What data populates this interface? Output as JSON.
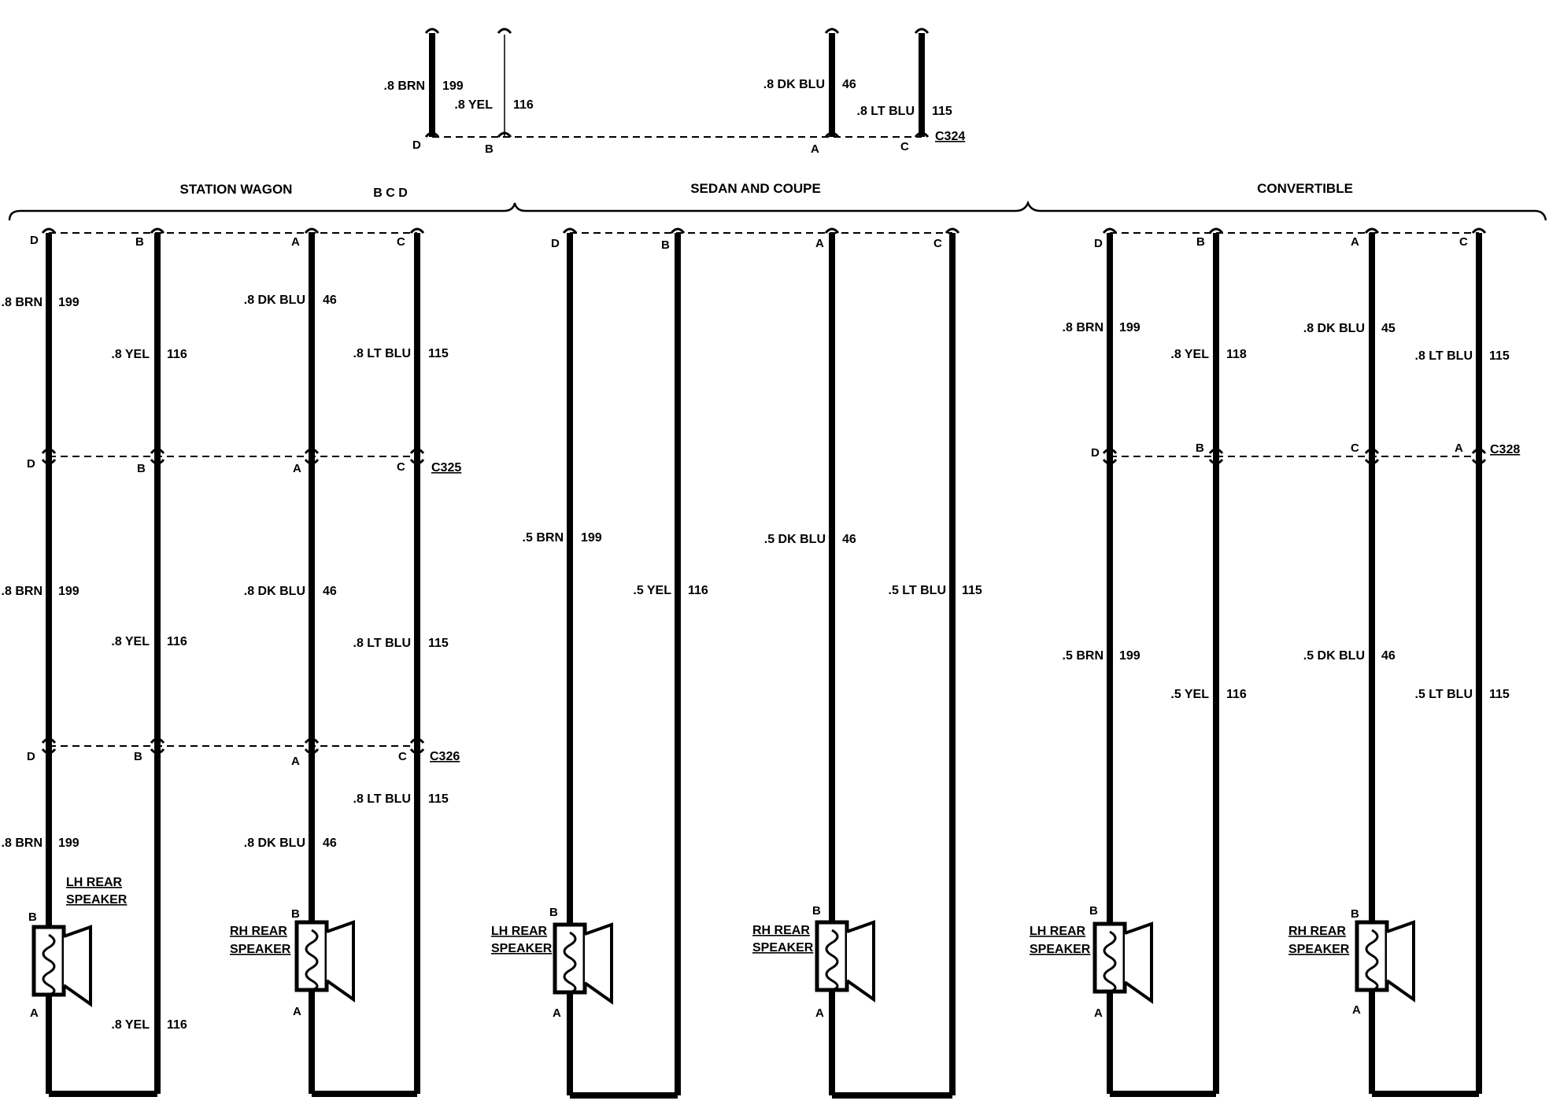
{
  "top": {
    "connector": "C324",
    "wires": [
      {
        "label": ".8 BRN",
        "circuit": "199",
        "pin": "D"
      },
      {
        "label": ".8 YEL",
        "circuit": "116",
        "pin": "B"
      },
      {
        "label": ".8 DK BLU",
        "circuit": "46",
        "pin": "A"
      },
      {
        "label": ".8 LT BLU",
        "circuit": "115",
        "pin": "C"
      }
    ]
  },
  "sections": {
    "wagon": {
      "title": "STATION WAGON",
      "note": "B C D",
      "pins_top": [
        "D",
        "B",
        "A",
        "C"
      ],
      "upper": [
        {
          "label": ".8 BRN",
          "circuit": "199"
        },
        {
          "label": ".8 YEL",
          "circuit": "116"
        },
        {
          "label": ".8 DK BLU",
          "circuit": "46"
        },
        {
          "label": ".8 LT BLU",
          "circuit": "115"
        }
      ],
      "conn1": {
        "name": "C325",
        "pins": [
          "D",
          "B",
          "A",
          "C"
        ]
      },
      "middle": [
        {
          "label": ".8 BRN",
          "circuit": "199"
        },
        {
          "label": ".8 YEL",
          "circuit": "116"
        },
        {
          "label": ".8 DK BLU",
          "circuit": "46"
        },
        {
          "label": ".8 LT BLU",
          "circuit": "115"
        }
      ],
      "conn2": {
        "name": "C326",
        "pins": [
          "D",
          "B",
          "A",
          "C"
        ]
      },
      "lower": [
        {
          "label": ".8 BRN",
          "circuit": "199"
        },
        {
          "label": ".8 YEL",
          "circuit": "116"
        },
        {
          "label": ".8 DK BLU",
          "circuit": "46"
        },
        {
          "label": ".8 LT BLU",
          "circuit": "115"
        }
      ],
      "speakers": [
        {
          "line1": "LH REAR",
          "line2": "SPEAKER",
          "pin_top": "B",
          "pin_bottom": "A"
        },
        {
          "line1": "RH REAR",
          "line2": "SPEAKER",
          "pin_top": "B",
          "pin_bottom": "A"
        }
      ]
    },
    "sedan": {
      "title": "SEDAN AND COUPE",
      "pins_top": [
        "D",
        "B",
        "A",
        "C"
      ],
      "wires": [
        {
          "label": ".5 BRN",
          "circuit": "199"
        },
        {
          "label": ".5 YEL",
          "circuit": "116"
        },
        {
          "label": ".5 DK BLU",
          "circuit": "46"
        },
        {
          "label": ".5 LT BLU",
          "circuit": "115"
        }
      ],
      "speakers": [
        {
          "line1": "LH REAR",
          "line2": "SPEAKER",
          "pin_top": "B",
          "pin_bottom": "A"
        },
        {
          "line1": "RH REAR",
          "line2": "SPEAKER",
          "pin_top": "B",
          "pin_bottom": "A"
        }
      ]
    },
    "convertible": {
      "title": "CONVERTIBLE",
      "pins_top": [
        "D",
        "B",
        "A",
        "C"
      ],
      "upper": [
        {
          "label": ".8 BRN",
          "circuit": "199"
        },
        {
          "label": ".8 YEL",
          "circuit": "118"
        },
        {
          "label": ".8 DK BLU",
          "circuit": "45"
        },
        {
          "label": ".8 LT BLU",
          "circuit": "115"
        }
      ],
      "conn": {
        "name": "C328",
        "pins": [
          "D",
          "B",
          "C",
          "A"
        ]
      },
      "lower": [
        {
          "label": ".5 BRN",
          "circuit": "199"
        },
        {
          "label": ".5 YEL",
          "circuit": "116"
        },
        {
          "label": ".5 DK BLU",
          "circuit": "46"
        },
        {
          "label": ".5 LT BLU",
          "circuit": "115"
        }
      ],
      "speakers": [
        {
          "line1": "LH REAR",
          "line2": "SPEAKER",
          "pin_top": "B",
          "pin_bottom": "A"
        },
        {
          "line1": "RH REAR",
          "line2": "SPEAKER",
          "pin_top": "B",
          "pin_bottom": "A"
        }
      ]
    }
  }
}
